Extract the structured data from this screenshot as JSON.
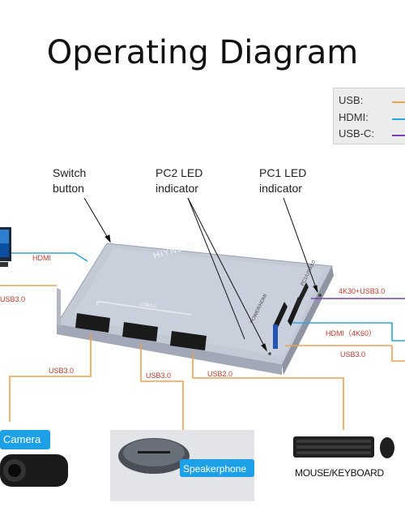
{
  "title": "Operating Diagram",
  "legend": [
    {
      "label": "USB",
      "suffix": ":",
      "color": "#f0a04b"
    },
    {
      "label": "HDMI",
      "suffix": ":",
      "color": "#2aa6df"
    },
    {
      "label": "USB-C",
      "suffix": ":",
      "color": "#7b3fb6"
    }
  ],
  "callouts": {
    "switch_button": [
      "Switch",
      "button"
    ],
    "pc2_led": [
      "PC2 LED",
      "indicator"
    ],
    "pc1_led": [
      "PC1 LED",
      "indicator"
    ]
  },
  "device": {
    "brand": "HIYNJLIK",
    "port_group_label": "USB3.0",
    "side_label_power": "POWER/HDMI",
    "side_label_pc": "PC1/USB3.0"
  },
  "wires": {
    "hdmi_monitor": "HDMI",
    "usb_left_top": "USB3.0",
    "usb_camera": "USB3.0",
    "usb_speaker": "USB3.0",
    "usb_keyboard": "USB2.0",
    "usbc_right": "4K30+USB3.0",
    "hdmi_right": "HDMI（4K60）",
    "usb_right": "USB3.0"
  },
  "devices": {
    "camera": "Camera",
    "speakerphone": "Speakerphone",
    "mouse_keyboard": "MOUSE/KEYBOARD"
  },
  "colors": {
    "usb": "#f0a04b",
    "hdmi": "#2aa6df",
    "usbc": "#7b3fb6",
    "hub_body": "#b6bccb",
    "camera_badge": "#1ea0e6"
  }
}
